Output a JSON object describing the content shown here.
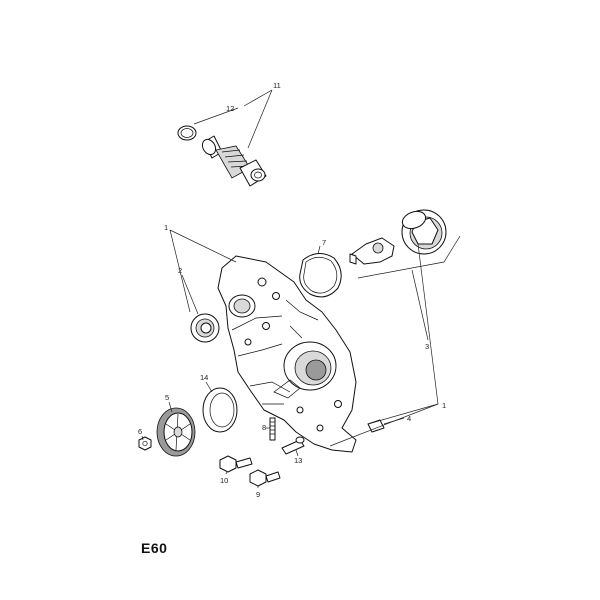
{
  "figure_code": "E60",
  "callouts": {
    "c1_top": "1",
    "c1_right": "1",
    "c2": "2",
    "c3": "3",
    "c4": "4",
    "c5": "5",
    "c6": "6",
    "c7": "7",
    "c8": "8",
    "c9": "9",
    "c10": "10",
    "c11": "11",
    "c12": "12",
    "c13": "13",
    "c14": "14"
  }
}
